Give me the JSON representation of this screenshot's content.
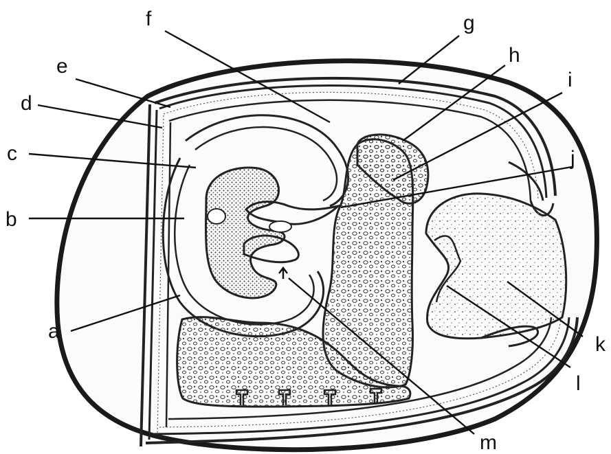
{
  "labels": {
    "a": "a",
    "b": "b",
    "c": "c",
    "d": "d",
    "e": "e",
    "f": "f",
    "g": "g",
    "h": "h",
    "i": "i",
    "j": "j",
    "k": "k",
    "l": "l",
    "m": "m"
  }
}
